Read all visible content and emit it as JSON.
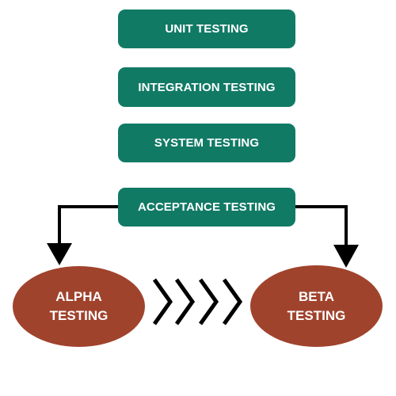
{
  "stages": {
    "unit": "UNIT TESTING",
    "integration": "INTEGRATION TESTING",
    "system": "SYSTEM TESTING",
    "acceptance": "ACCEPTANCE TESTING"
  },
  "branches": {
    "alpha": "ALPHA\nTESTING",
    "beta": "BETA\nTESTING"
  },
  "colors": {
    "stage_fill": "#117a65",
    "ellipse_fill": "#a0432d",
    "arrow": "#000000"
  },
  "icons": {
    "connector_glyph": "chevron-right-icon",
    "arrow_glyph": "arrowhead-down-icon"
  }
}
